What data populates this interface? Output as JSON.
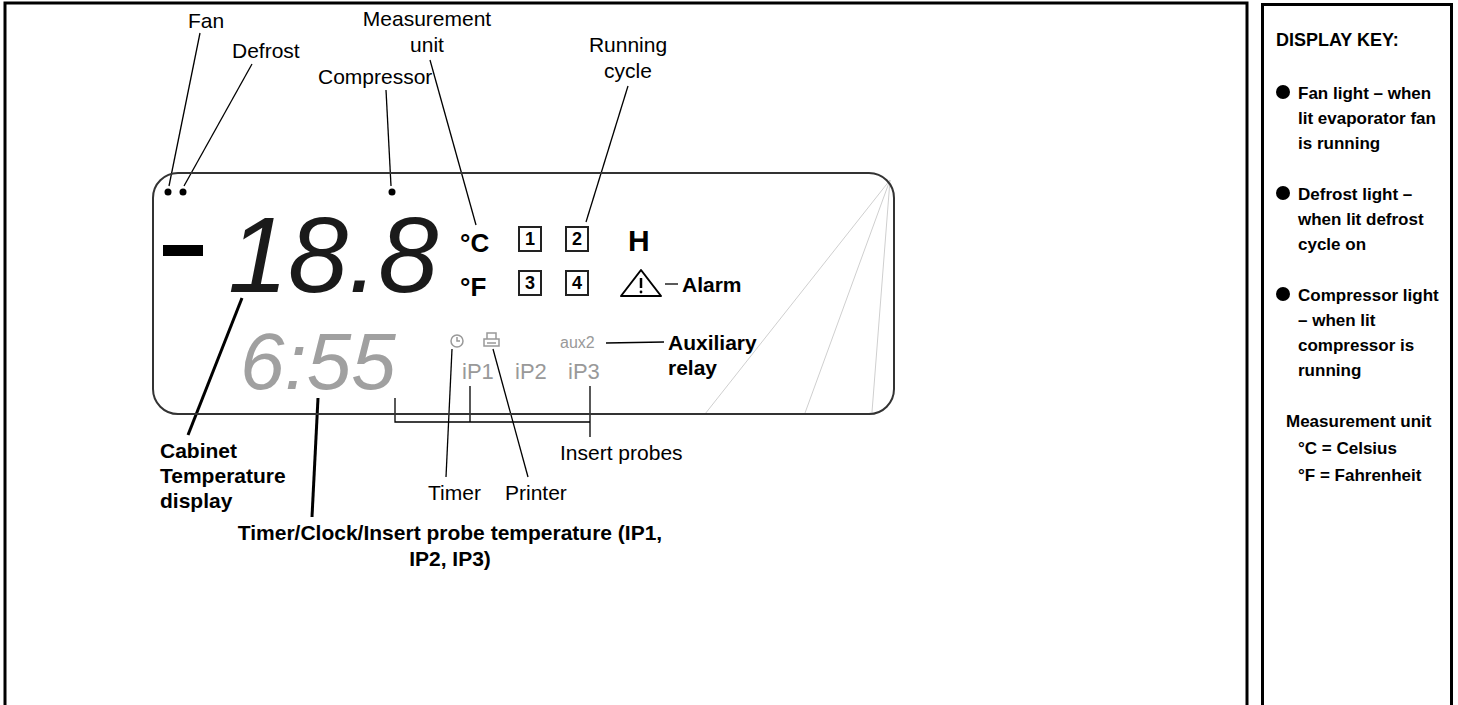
{
  "diagram": {
    "nodes": [
      {
        "text": [
          "18.8",
          "°C",
          "H",
          "°F",
          "6:55",
          "aux2",
          "iP1",
          "iP2",
          "iP3"
        ]
      },
      {
        "text": [
          "1"
        ],
        "in": 0
      },
      {
        "text": [
          "2"
        ],
        "in": 0
      },
      {
        "text": [
          "3"
        ],
        "in": 0
      },
      {
        "text": [
          "4"
        ],
        "in": 0
      },
      {
        "text": [
          "DISPLAY KEY:",
          "Fan light – when lit evaporator fan is running",
          "Defrost light – when lit defrost cycle on",
          "Compressor light – when lit compressor is running",
          "Measurement unit",
          "°C = Celsius",
          "°F = Fahrenheit"
        ]
      }
    ],
    "labels": [
      "Fan",
      "Measurement unit",
      "Defrost",
      "Running cycle",
      "Compressor",
      "Alarm",
      "Auxiliary relay",
      "Insert probes",
      "Cabinet Temperature display",
      "Timer",
      "Printer",
      "Timer/Clock/Insert probe temperature (IP1, IP2, IP3)"
    ]
  }
}
